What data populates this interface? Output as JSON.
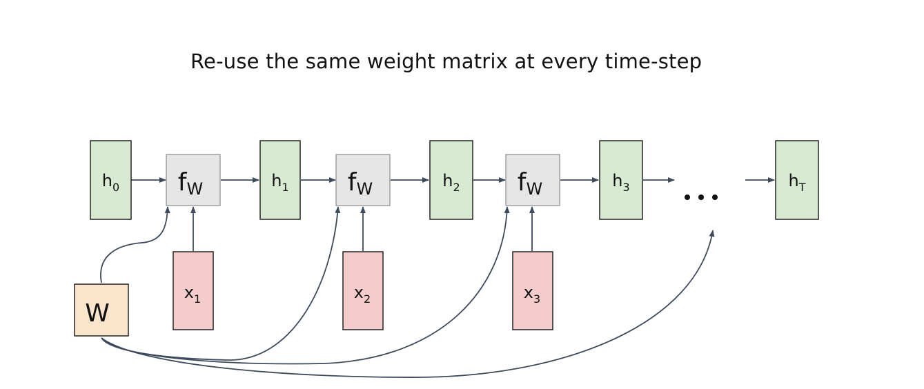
{
  "title": "Re-use the same weight matrix at every time-step",
  "colors": {
    "hidden_fill": "#d9ead3",
    "function_fill": "#e6e6e6",
    "input_fill": "#f4cccc",
    "weight_fill": "#fbe5cd",
    "stroke": "#222222",
    "arrow": "#3d4a5c"
  },
  "hidden_states": [
    {
      "base": "h",
      "sub": "0"
    },
    {
      "base": "h",
      "sub": "1"
    },
    {
      "base": "h",
      "sub": "2"
    },
    {
      "base": "h",
      "sub": "3"
    },
    {
      "base": "h",
      "sub": "T"
    }
  ],
  "functions": [
    {
      "base": "f",
      "sub": "W"
    },
    {
      "base": "f",
      "sub": "W"
    },
    {
      "base": "f",
      "sub": "W"
    }
  ],
  "inputs": [
    {
      "base": "x",
      "sub": "1"
    },
    {
      "base": "x",
      "sub": "2"
    },
    {
      "base": "x",
      "sub": "3"
    }
  ],
  "weight": {
    "label": "W"
  },
  "ellipsis": "..."
}
